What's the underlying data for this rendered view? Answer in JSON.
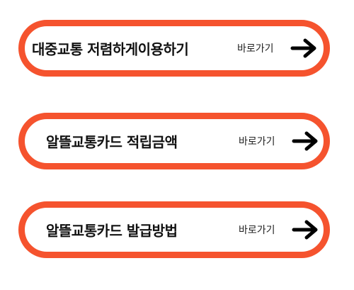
{
  "buttons": [
    {
      "title": "대중교통 저렴하게이용하기",
      "cta": "바로가기",
      "icon": "arrow-right-icon"
    },
    {
      "title": "알뜰교통카드 적립금액",
      "cta": "바로가기",
      "icon": "arrow-right-icon"
    },
    {
      "title": "알뜰교통카드 발급방법",
      "cta": "바로가기",
      "icon": "arrow-right-icon"
    }
  ],
  "colors": {
    "border": "#f5532e",
    "text": "#111111",
    "background": "#ffffff"
  }
}
